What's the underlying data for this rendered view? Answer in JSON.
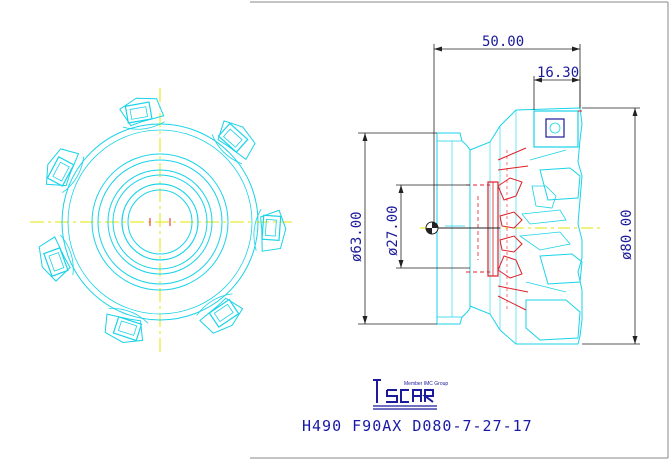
{
  "dimensions": {
    "length_total": "50.00",
    "length_step": "16.30",
    "dia_shank": "ø63.00",
    "dia_bore": "ø27.00",
    "dia_cutter": "ø80.00"
  },
  "logo": {
    "tagline": "Member IMC Group",
    "brand": "Iscar"
  },
  "product_code": "H490 F90AX D080-7-27-17",
  "colors": {
    "cyan": "#19d3e8",
    "red": "#e01f28",
    "yellow": "#e6e600",
    "blue": "#1a1a9a",
    "black": "#222222"
  }
}
